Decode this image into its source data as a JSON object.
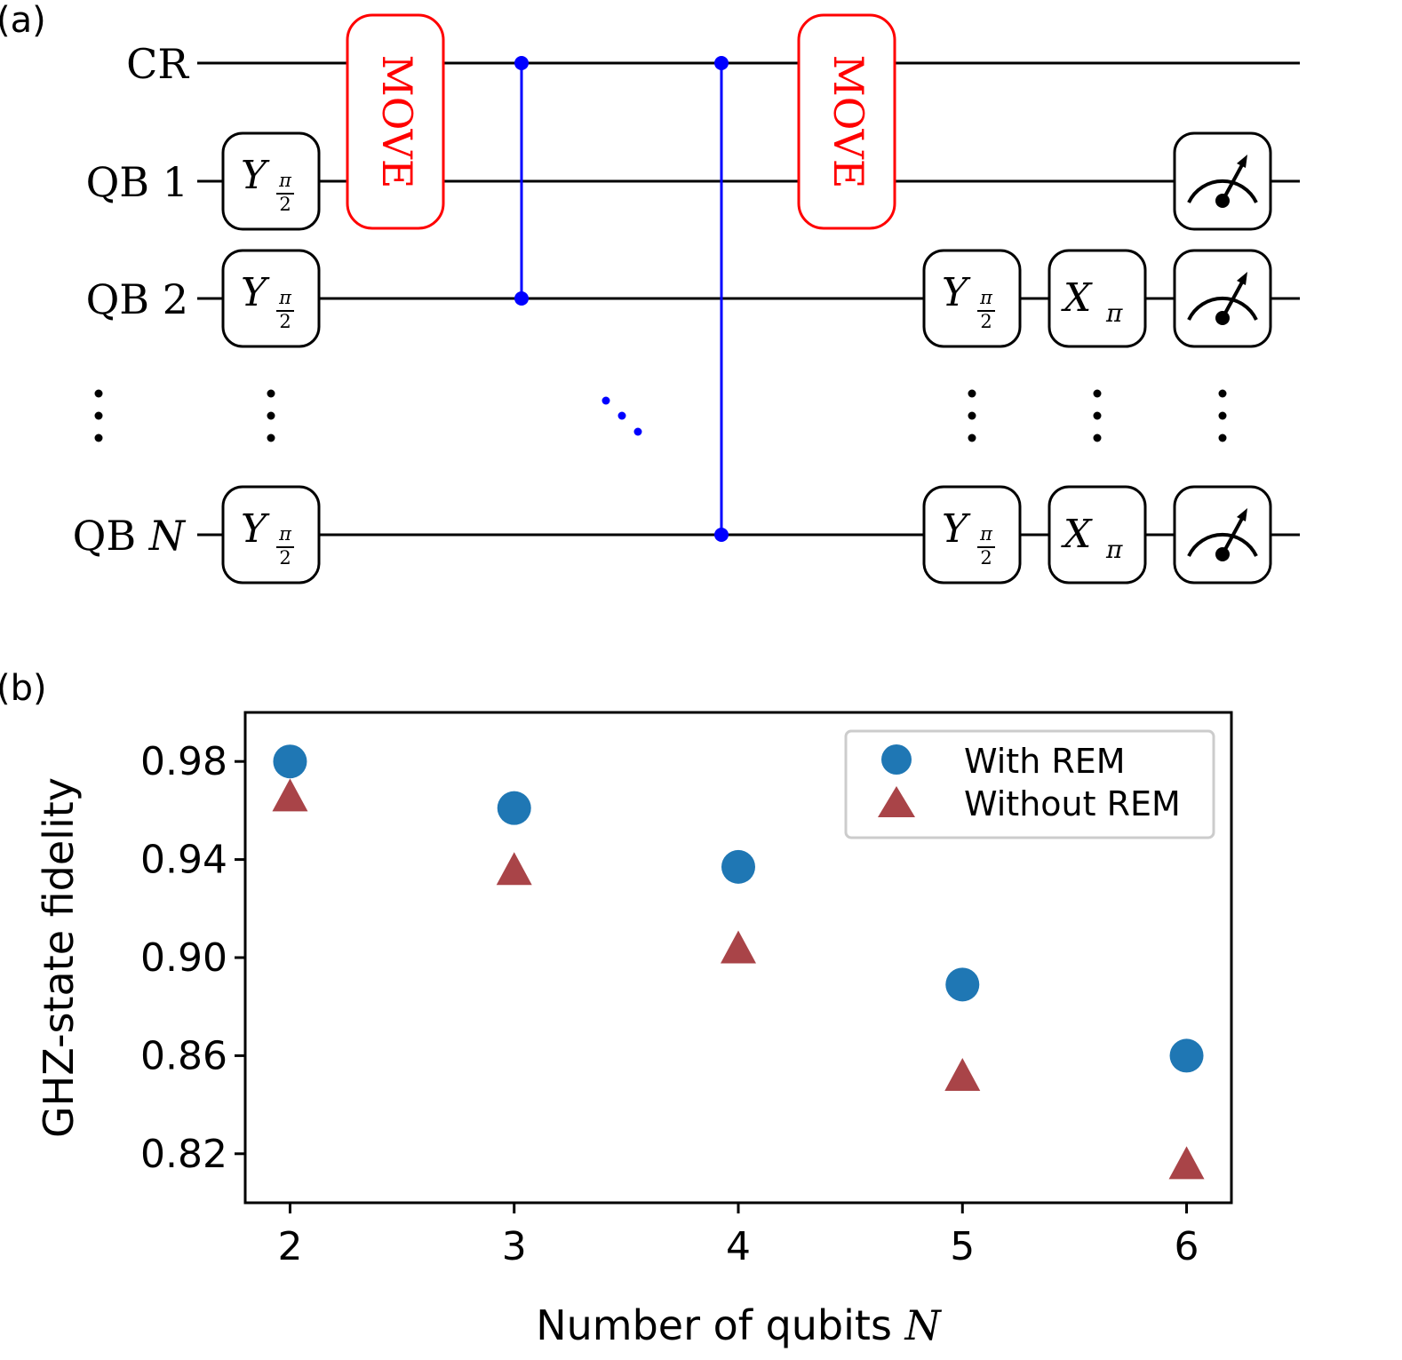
{
  "panel_a": {
    "label": "(a)",
    "wires": {
      "cr": "CR",
      "qb1": "QB 1",
      "qb2": "QB 2",
      "qbn_prefix": "QB ",
      "qbn_var": "N"
    },
    "gates": {
      "move": "MOVE",
      "y_base": "Y",
      "half_pi_num": "π",
      "half_pi_den": "2",
      "x_base": "X",
      "pi_sub": "π"
    },
    "icons": {
      "measurement": "meter-icon",
      "vertical_ellipsis": "vertical-dots-icon",
      "diagonal_ellipsis": "diagonal-dots-icon"
    },
    "colors": {
      "move": "#ff0000",
      "cz": "#0000ff",
      "wire": "#000000"
    }
  },
  "panel_b": {
    "label": "(b)"
  },
  "chart_data": {
    "type": "scatter",
    "xlabel_text": "Number of qubits ",
    "xlabel_var": "N",
    "ylabel": "GHZ-state fidelity",
    "x": [
      2,
      3,
      4,
      5,
      6
    ],
    "xlim": [
      1.8,
      6.2
    ],
    "ylim": [
      0.8,
      1.0
    ],
    "xticks": [
      "2",
      "3",
      "4",
      "5",
      "6"
    ],
    "yticks": [
      "0.82",
      "0.86",
      "0.90",
      "0.94",
      "0.98"
    ],
    "ytick_values": [
      0.82,
      0.86,
      0.9,
      0.94,
      0.98
    ],
    "legend_position": "top-right",
    "series": [
      {
        "name": "With REM",
        "marker": "circle",
        "color": "#1f77b4",
        "values": [
          0.98,
          0.961,
          0.937,
          0.889,
          0.86
        ]
      },
      {
        "name": "Without REM",
        "marker": "triangle",
        "color": "#a94448",
        "values": [
          0.965,
          0.935,
          0.903,
          0.851,
          0.815
        ]
      }
    ]
  }
}
